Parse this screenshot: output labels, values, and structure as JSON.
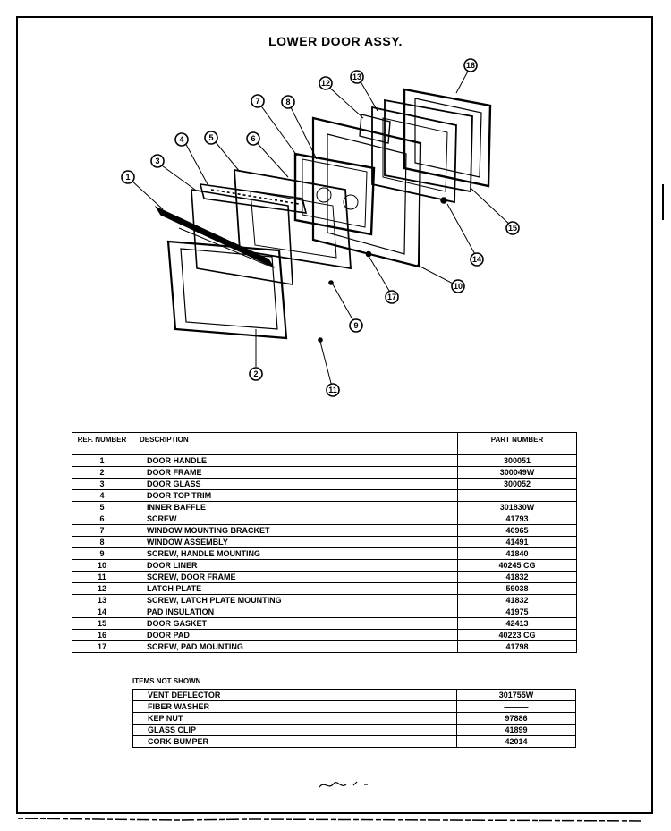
{
  "title": "LOWER DOOR ASSY.",
  "diagram": {
    "callouts": [
      "1",
      "2",
      "3",
      "4",
      "5",
      "6",
      "7",
      "8",
      "9",
      "10",
      "11",
      "12",
      "13",
      "14",
      "15",
      "16",
      "17"
    ]
  },
  "table": {
    "headers": {
      "ref": "REF. NUMBER",
      "description": "DESCRIPTION",
      "part": "PART NUMBER"
    },
    "rows": [
      {
        "ref": "1",
        "description": "DOOR HANDLE",
        "part": "300051"
      },
      {
        "ref": "2",
        "description": "DOOR FRAME",
        "part": "300049W"
      },
      {
        "ref": "3",
        "description": "DOOR GLASS",
        "part": "300052"
      },
      {
        "ref": "4",
        "description": "DOOR TOP TRIM",
        "part": "———"
      },
      {
        "ref": "5",
        "description": "INNER BAFFLE",
        "part": "301830W"
      },
      {
        "ref": "6",
        "description": "SCREW",
        "part": "41793"
      },
      {
        "ref": "7",
        "description": "WINDOW MOUNTING BRACKET",
        "part": "40965"
      },
      {
        "ref": "8",
        "description": "WINDOW ASSEMBLY",
        "part": "41491"
      },
      {
        "ref": "9",
        "description": "SCREW, HANDLE MOUNTING",
        "part": "41840"
      },
      {
        "ref": "10",
        "description": "DOOR LINER",
        "part": "40245 CG"
      },
      {
        "ref": "11",
        "description": "SCREW, DOOR FRAME",
        "part": "41832"
      },
      {
        "ref": "12",
        "description": "LATCH PLATE",
        "part": "59038"
      },
      {
        "ref": "13",
        "description": "SCREW, LATCH PLATE MOUNTING",
        "part": "41832"
      },
      {
        "ref": "14",
        "description": "PAD INSULATION",
        "part": "41975"
      },
      {
        "ref": "15",
        "description": "DOOR GASKET",
        "part": "42413"
      },
      {
        "ref": "16",
        "description": "DOOR PAD",
        "part": "40223 CG"
      },
      {
        "ref": "17",
        "description": "SCREW, PAD MOUNTING",
        "part": "41798"
      }
    ]
  },
  "items_not_shown": {
    "label": "ITEMS NOT SHOWN",
    "rows": [
      {
        "description": "VENT DEFLECTOR",
        "part": "301755W"
      },
      {
        "description": "FIBER WASHER",
        "part": "———"
      },
      {
        "description": "KEP NUT",
        "part": "97886"
      },
      {
        "description": "GLASS CLIP",
        "part": "41899"
      },
      {
        "description": "CORK BUMPER",
        "part": "42014"
      }
    ]
  }
}
